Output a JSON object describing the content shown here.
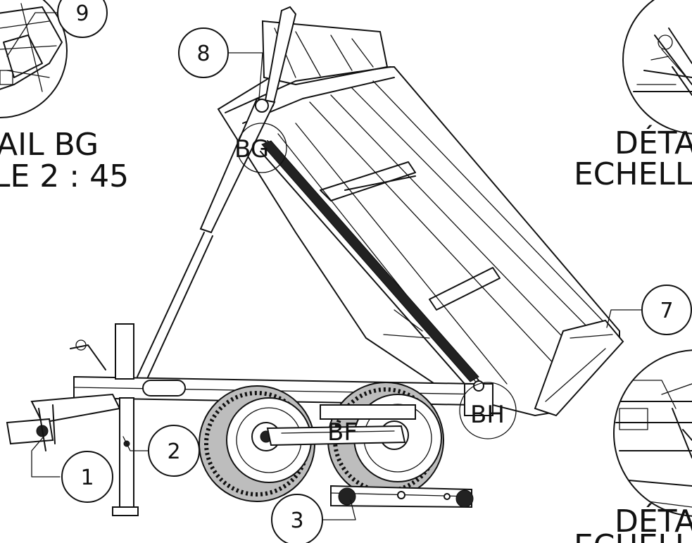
{
  "detail_texts": {
    "left_line1": "AIL BG",
    "left_line2": "LE 2 : 45",
    "right_top_line1": "DÉTA",
    "right_top_line2": "ECHELL",
    "right_bottom_line1": "DÉTA",
    "right_bottom_line2": "ECHELL"
  },
  "callouts": [
    {
      "id": "1",
      "label": "1"
    },
    {
      "id": "2",
      "label": "2"
    },
    {
      "id": "3",
      "label": "3"
    },
    {
      "id": "7",
      "label": "7"
    },
    {
      "id": "8",
      "label": "8"
    },
    {
      "id": "9",
      "label": "9"
    }
  ],
  "detail_markers": {
    "bg": "BG",
    "bf": "BF",
    "bh": "BH"
  }
}
